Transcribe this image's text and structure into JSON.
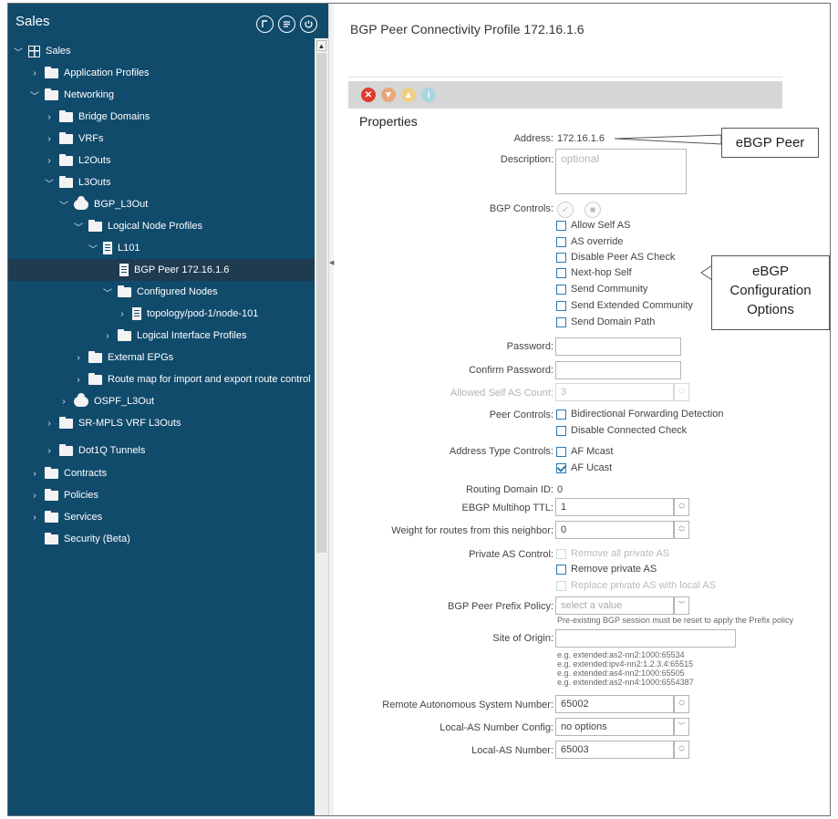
{
  "sidebar": {
    "title": "Sales",
    "tree": [
      {
        "label": "Sales",
        "chev": "v",
        "icon": "grid"
      },
      {
        "label": "Application Profiles",
        "chev": ">",
        "icon": "folder"
      },
      {
        "label": "Networking",
        "chev": "v",
        "icon": "folder"
      },
      {
        "label": "Bridge Domains",
        "chev": ">",
        "icon": "folder"
      },
      {
        "label": "VRFs",
        "chev": ">",
        "icon": "folder"
      },
      {
        "label": "L2Outs",
        "chev": ">",
        "icon": "folder"
      },
      {
        "label": "L3Outs",
        "chev": "v",
        "icon": "folder"
      },
      {
        "label": "BGP_L3Out",
        "chev": "v",
        "icon": "cloud"
      },
      {
        "label": "Logical Node Profiles",
        "chev": "v",
        "icon": "folder"
      },
      {
        "label": "L101",
        "chev": "v",
        "icon": "doc"
      },
      {
        "label": "BGP Peer 172.16.1.6",
        "chev": "",
        "icon": "doc"
      },
      {
        "label": "Configured Nodes",
        "chev": "v",
        "icon": "folder"
      },
      {
        "label": "topology/pod-1/node-101",
        "chev": ">",
        "icon": "doc"
      },
      {
        "label": "Logical Interface Profiles",
        "chev": ">",
        "icon": "folder"
      },
      {
        "label": "External EPGs",
        "chev": ">",
        "icon": "folder"
      },
      {
        "label": "Route map for import and export route control",
        "chev": ">",
        "icon": "folder"
      },
      {
        "label": "OSPF_L3Out",
        "chev": ">",
        "icon": "cloud"
      },
      {
        "label": "SR-MPLS VRF L3Outs",
        "chev": ">",
        "icon": "folder"
      },
      {
        "label": "Dot1Q Tunnels",
        "chev": ">",
        "icon": "folder"
      },
      {
        "label": "Contracts",
        "chev": ">",
        "icon": "folder"
      },
      {
        "label": "Policies",
        "chev": ">",
        "icon": "folder"
      },
      {
        "label": "Services",
        "chev": ">",
        "icon": "folder"
      },
      {
        "label": "Security (Beta)",
        "chev": "",
        "icon": "folder"
      }
    ]
  },
  "main": {
    "title": "BGP Peer Connectivity Profile 172.16.1.6",
    "properties_heading": "Properties",
    "address_label": "Address:",
    "address_value": "172.16.1.6",
    "description_label": "Description:",
    "description_placeholder": "optional",
    "bgp_controls_label": "BGP Controls:",
    "bgp_controls": [
      "Allow Self AS",
      "AS override",
      "Disable Peer AS Check",
      "Next-hop Self",
      "Send Community",
      "Send Extended Community",
      "Send Domain Path"
    ],
    "password_label": "Password:",
    "confirm_password_label": "Confirm Password:",
    "allowed_self_as_label": "Allowed Self AS Count:",
    "allowed_self_as_value": "3",
    "peer_controls_label": "Peer Controls:",
    "peer_controls": [
      "Bidirectional Forwarding Detection",
      "Disable Connected Check"
    ],
    "address_type_label": "Address Type Controls:",
    "address_type": [
      "AF Mcast",
      "AF Ucast"
    ],
    "routing_domain_label": "Routing Domain ID:",
    "routing_domain_value": "0",
    "ebgp_multihop_label": "EBGP Multihop TTL:",
    "ebgp_multihop_value": "1",
    "weight_label": "Weight for routes from this neighbor:",
    "weight_value": "0",
    "private_as_label": "Private AS Control:",
    "private_as": [
      "Remove all private AS",
      "Remove private AS",
      "Replace private AS with local AS"
    ],
    "prefix_policy_label": "BGP Peer Prefix Policy:",
    "prefix_policy_placeholder": "select a value",
    "prefix_policy_hint": "Pre-existing BGP session must be reset to apply the Prefix policy",
    "site_of_origin_label": "Site of Origin:",
    "site_of_origin_hints": [
      "e.g. extended:as2-nn2:1000:65534",
      "e.g. extended:ipv4-nn2:1.2.3.4:65515",
      "e.g. extended:as4-nn2:1000:65505",
      "e.g. extended:as2-nn4:1000:6554387"
    ],
    "remote_as_label": "Remote Autonomous System Number:",
    "remote_as_value": "65002",
    "local_as_config_label": "Local-AS Number Config:",
    "local_as_config_value": "no options",
    "local_as_number_label": "Local-AS Number:",
    "local_as_number_value": "65003"
  },
  "callouts": {
    "peer": "eBGP Peer",
    "options": [
      "eBGP",
      "Configuration",
      "Options"
    ]
  },
  "colors": {
    "sidebar_bg": "#114b6c",
    "selected_row": "#1f3b50",
    "checkbox_border": "#2a7ab0"
  }
}
